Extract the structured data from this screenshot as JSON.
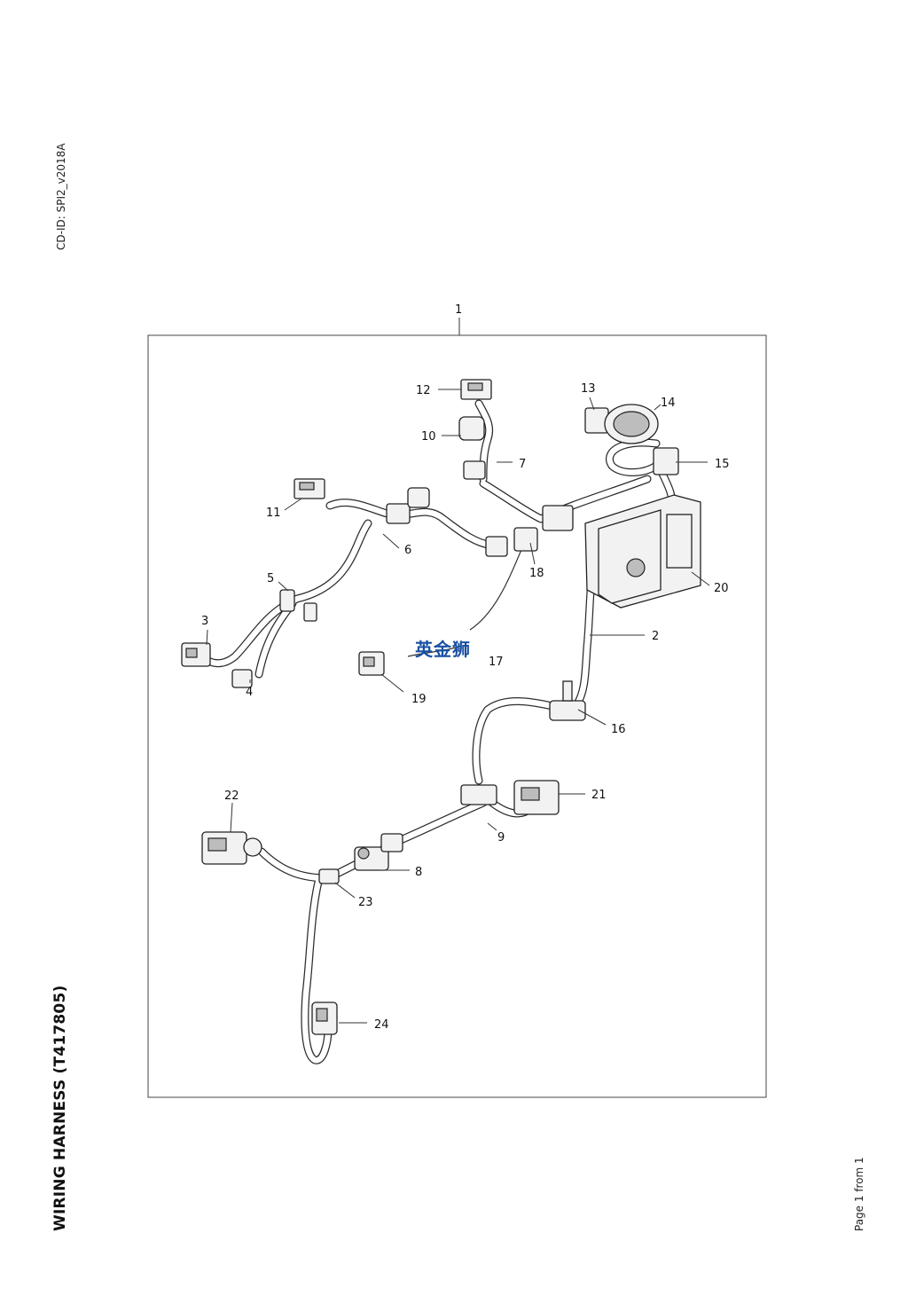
{
  "header": {
    "cd_id": "CD-ID: SPI2_v2018A"
  },
  "title": "WIRING HARNESS (T417805)",
  "footer": {
    "page": "Page 1 from 1"
  },
  "watermark": "英金狮",
  "callouts": {
    "c1": "1",
    "c2": "2",
    "c3": "3",
    "c4": "4",
    "c5": "5",
    "c6": "6",
    "c7": "7",
    "c8": "8",
    "c9": "9",
    "c10": "10",
    "c11": "11",
    "c12": "12",
    "c13": "13",
    "c14": "14",
    "c15": "15",
    "c16": "16",
    "c17": "17",
    "c18": "18",
    "c19": "19",
    "c20": "20",
    "c21": "21",
    "c22": "22",
    "c23": "23",
    "c24": "24"
  }
}
